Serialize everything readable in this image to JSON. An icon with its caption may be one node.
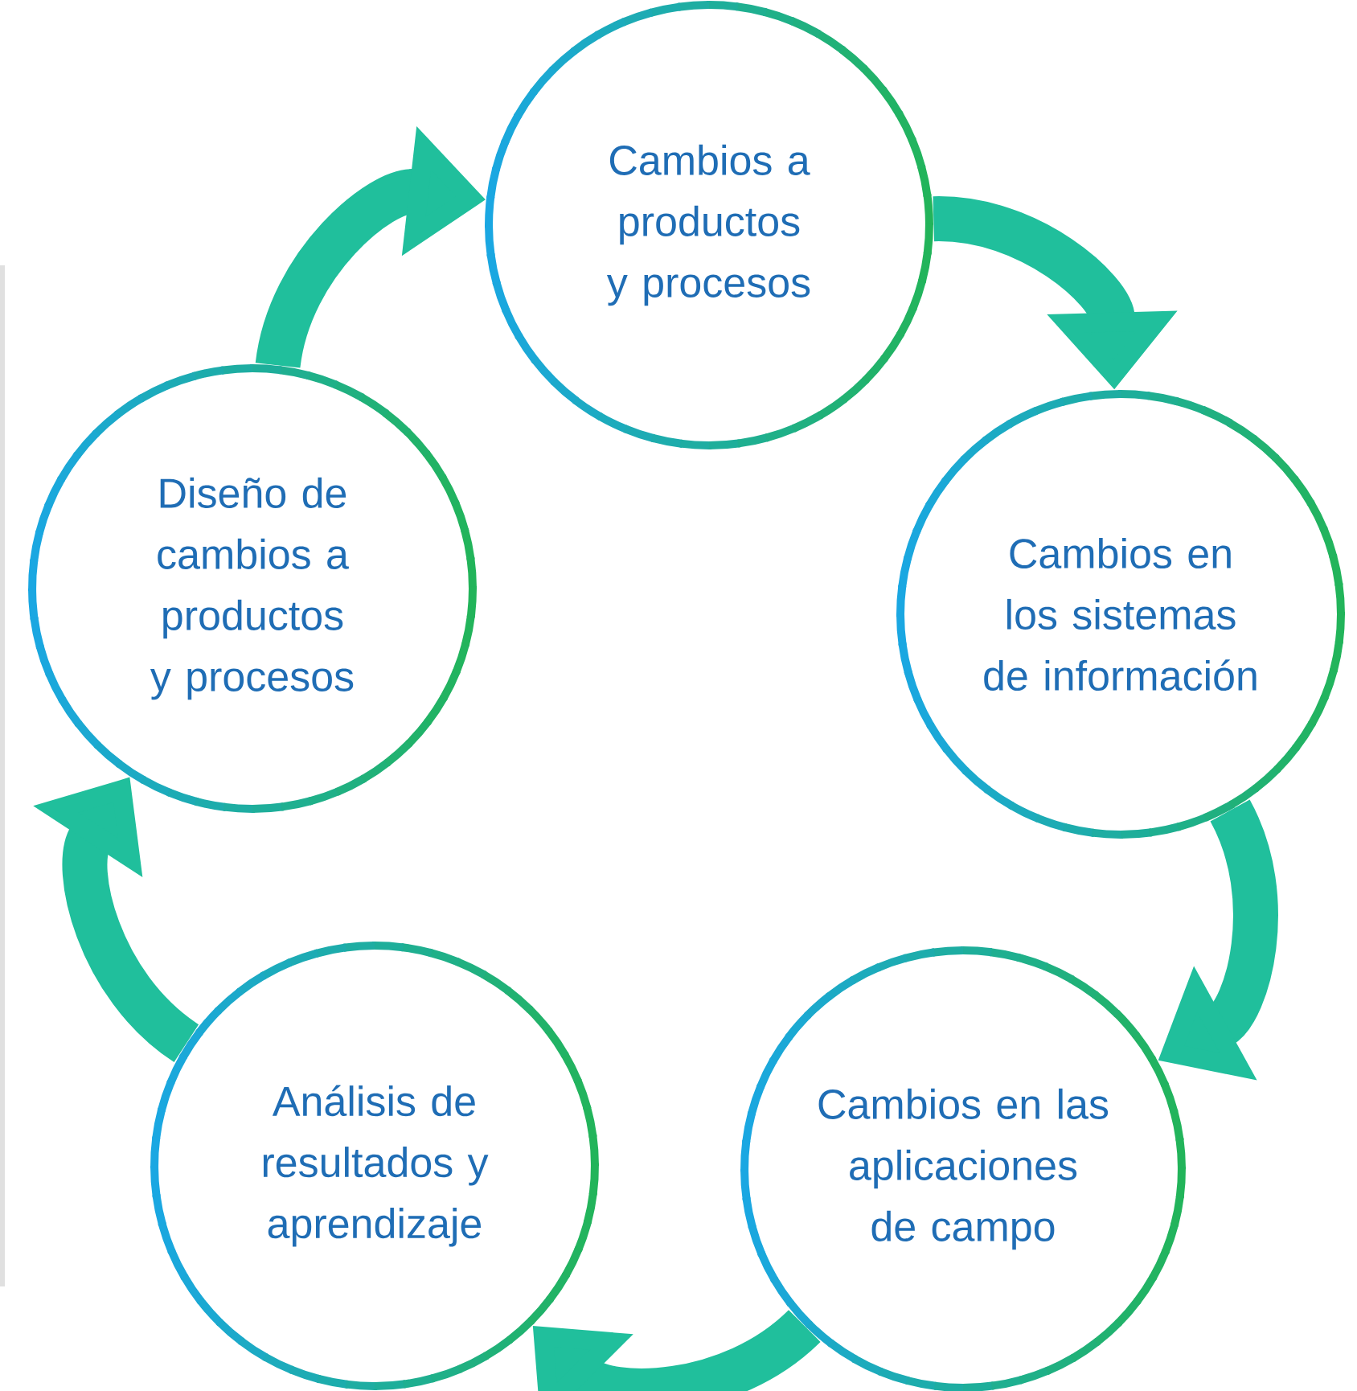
{
  "diagram": {
    "nodes": [
      {
        "text": [
          "Cambios a productos y procesos"
        ]
      },
      {
        "text": [
          "Cambios en los sistemas de información"
        ]
      },
      {
        "text": [
          "Cambios en las aplicaciones de campo"
        ]
      },
      {
        "text": [
          "Análisis de resultados y aprendizaje"
        ]
      },
      {
        "text": [
          "Diseño de cambios a productos y procesos"
        ]
      }
    ],
    "edges": [
      {
        "from": 0,
        "to": 1,
        "arrow": "to"
      },
      {
        "from": 1,
        "to": 2,
        "arrow": "to"
      },
      {
        "from": 2,
        "to": 3,
        "arrow": "to"
      },
      {
        "from": 3,
        "to": 4,
        "arrow": "to"
      },
      {
        "from": 4,
        "to": 0,
        "arrow": "to"
      }
    ]
  }
}
